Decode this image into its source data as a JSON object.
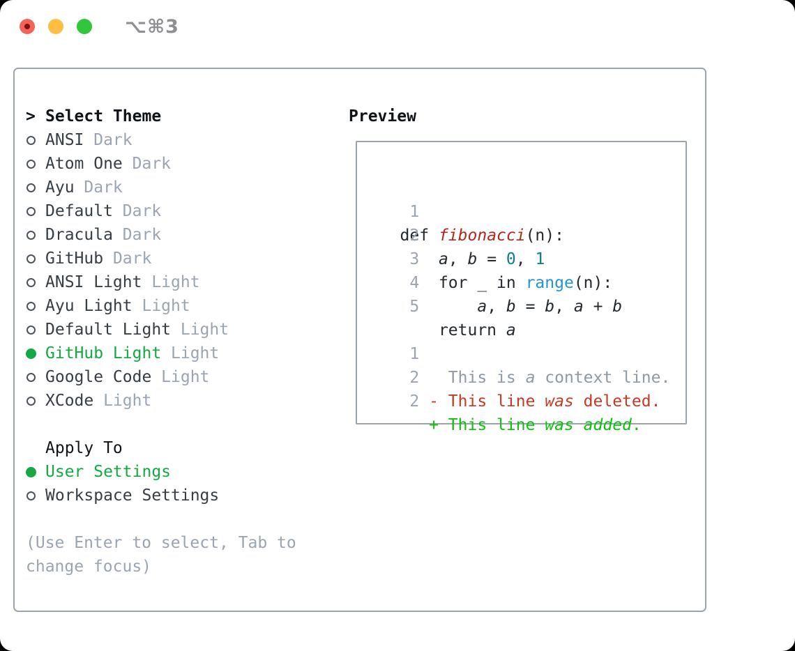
{
  "window": {
    "shortcut": "⌥⌘3",
    "traffic_lights": [
      "close",
      "minimize",
      "zoom"
    ]
  },
  "theme_picker": {
    "prompt": ">",
    "header": "Select Theme",
    "items": [
      {
        "name": "ANSI",
        "variant": "Dark",
        "selected": false
      },
      {
        "name": "Atom One",
        "variant": "Dark",
        "selected": false
      },
      {
        "name": "Ayu",
        "variant": "Dark",
        "selected": false
      },
      {
        "name": "Default",
        "variant": "Dark",
        "selected": false
      },
      {
        "name": "Dracula",
        "variant": "Dark",
        "selected": false
      },
      {
        "name": "GitHub",
        "variant": "Dark",
        "selected": false
      },
      {
        "name": "ANSI Light",
        "variant": "Light",
        "selected": false
      },
      {
        "name": "Ayu Light",
        "variant": "Light",
        "selected": false
      },
      {
        "name": "Default Light",
        "variant": "Light",
        "selected": false
      },
      {
        "name": "GitHub Light",
        "variant": "Light",
        "selected": true
      },
      {
        "name": "Google Code",
        "variant": "Light",
        "selected": false
      },
      {
        "name": "XCode",
        "variant": "Light",
        "selected": false
      }
    ]
  },
  "apply_to": {
    "header": "Apply To",
    "options": [
      {
        "label": "User Settings",
        "selected": true
      },
      {
        "label": "Workspace Settings",
        "selected": false
      }
    ]
  },
  "hint": "(Use Enter to select, Tab to change focus)",
  "preview": {
    "header": "Preview",
    "lines": [
      {
        "num": "1",
        "segs": [
          {
            "t": " def ",
            "c": "code_text"
          },
          {
            "t": "fibonacci",
            "c": "function_red",
            "i": true
          },
          {
            "t": "(n):",
            "c": "code_text"
          }
        ]
      },
      {
        "num": "2",
        "segs": [
          {
            "t": "     ",
            "c": "code_text"
          },
          {
            "t": "a",
            "c": "code_text",
            "i": true
          },
          {
            "t": ", ",
            "c": "code_text"
          },
          {
            "t": "b",
            "c": "code_text",
            "i": true
          },
          {
            "t": " = ",
            "c": "code_text"
          },
          {
            "t": "0",
            "c": "number_teal"
          },
          {
            "t": ", ",
            "c": "code_text"
          },
          {
            "t": "1",
            "c": "number_teal"
          }
        ]
      },
      {
        "num": "3",
        "segs": [
          {
            "t": "     for _ in ",
            "c": "code_text"
          },
          {
            "t": "range",
            "c": "builtin_blue"
          },
          {
            "t": "(n):",
            "c": "code_text"
          }
        ]
      },
      {
        "num": "4",
        "segs": [
          {
            "t": "         ",
            "c": "code_text"
          },
          {
            "t": "a",
            "c": "code_text",
            "i": true
          },
          {
            "t": ", ",
            "c": "code_text"
          },
          {
            "t": "b",
            "c": "code_text",
            "i": true
          },
          {
            "t": " = ",
            "c": "code_text"
          },
          {
            "t": "b",
            "c": "code_text",
            "i": true
          },
          {
            "t": ", ",
            "c": "code_text"
          },
          {
            "t": "a",
            "c": "code_text",
            "i": true
          },
          {
            "t": " + ",
            "c": "code_text"
          },
          {
            "t": "b",
            "c": "code_text",
            "i": true
          }
        ]
      },
      {
        "num": "5",
        "segs": [
          {
            "t": "     return ",
            "c": "code_text"
          },
          {
            "t": "a",
            "c": "code_text",
            "i": true
          }
        ]
      },
      {
        "num": "",
        "segs": []
      },
      {
        "num": "1",
        "segs": [
          {
            "t": "      This is ",
            "c": "context_gray"
          },
          {
            "t": "a",
            "c": "context_gray",
            "i": true
          },
          {
            "t": " context line.",
            "c": "context_gray"
          }
        ]
      },
      {
        "num": "2",
        "segs": [
          {
            "t": "    - This line ",
            "c": "deleted_red"
          },
          {
            "t": "was",
            "c": "deleted_red",
            "i": true
          },
          {
            "t": " deleted.",
            "c": "deleted_red"
          }
        ]
      },
      {
        "num": "2",
        "segs": [
          {
            "t": "    + This line ",
            "c": "added_green"
          },
          {
            "t": "was",
            "c": "added_green",
            "i": true
          },
          {
            "t": " ",
            "c": "added_green"
          },
          {
            "t": "added",
            "c": "added_green",
            "i": true
          },
          {
            "t": ".",
            "c": "added_green"
          }
        ]
      }
    ]
  },
  "colors": {
    "header_text": "#0f1419",
    "text_dark": "#363d44",
    "muted_gray": "#9aa5b1",
    "accent_green": "#14a944",
    "radio_ring": "#4b545c",
    "border_gray": "#9aa3af",
    "code_text": "#24292e",
    "line_number_gray": "#9aa5b1",
    "function_red": "#b3271e",
    "builtin_blue": "#2196d3",
    "number_teal": "#0e7f87",
    "context_gray": "#8f99a3",
    "deleted_red": "#c53a22",
    "added_green": "#0cc20c",
    "shortcut_gray": "#8e8e93",
    "traffic_red": "#f4635a",
    "traffic_red_dot": "#7c1208",
    "traffic_yellow": "#fcbf43",
    "traffic_green": "#30c73c"
  }
}
